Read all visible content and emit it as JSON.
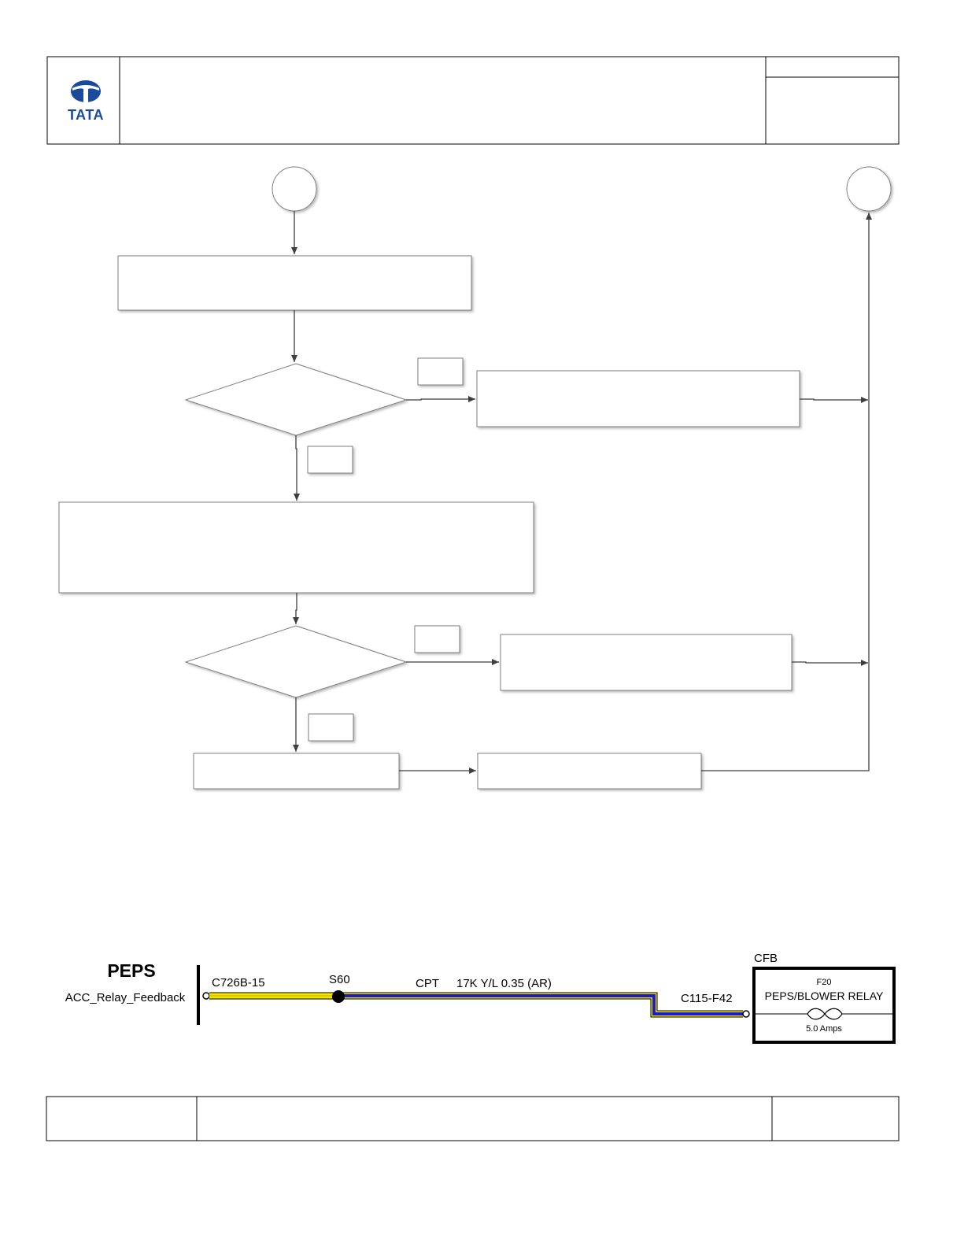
{
  "header": {
    "logo_word": "TATA",
    "logo_color": "#1a4a9c"
  },
  "schematic": {
    "module_name": "PEPS",
    "signal_name": "ACC_Relay_Feedback",
    "connector_left": "C726B-15",
    "splice": "S60",
    "circuit_code": "CPT",
    "wire_spec": "17K Y/L 0.35 (AR)",
    "connector_right": "C115-F42",
    "fuse_box": "CFB",
    "fuse_id": "F20",
    "fuse_name": "PEPS/BLOWER RELAY",
    "fuse_rating": "5.0 Amps",
    "wire_colors": {
      "yellow": "#f2e600",
      "blue": "#1a1ad6"
    }
  }
}
